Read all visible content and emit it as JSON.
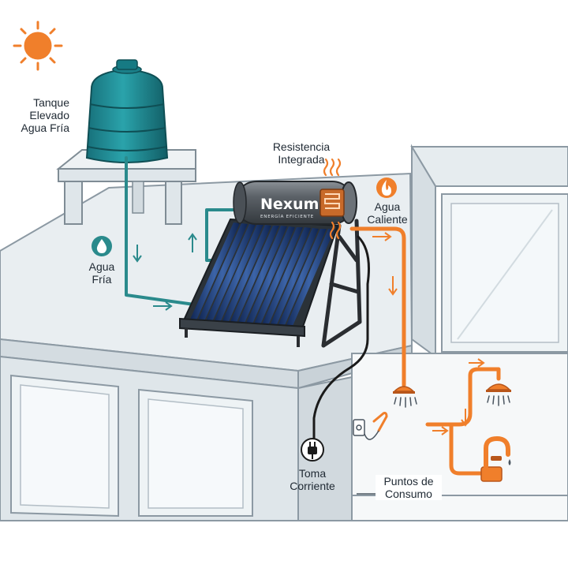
{
  "labels": {
    "tank": [
      "Tanque",
      "Elevado",
      "Agua Fría"
    ],
    "resistance": [
      "Resistencia",
      "Integrada"
    ],
    "cold_water": [
      "Agua",
      "Fría"
    ],
    "hot_water": [
      "Agua",
      "Caliente"
    ],
    "outlet": [
      "Toma",
      "Corriente"
    ],
    "consumption": [
      "Puntos de",
      "Consumo"
    ]
  },
  "brand": {
    "name": "Nexum",
    "tagline": "ENERGÍA EFICIENTE"
  },
  "colors": {
    "cold_pipe": "#2a8a8c",
    "hot_pipe": "#f07f2b",
    "tank": "#1e8c95",
    "sun": "#f07f2b",
    "panel": "#1d3a6b",
    "roof": "#e9eef1",
    "wall": "#dfe6ea",
    "cable": "#1a1a1a"
  },
  "icons": [
    "sun-icon",
    "water-drop-icon",
    "flame-icon",
    "heat-waves-icon",
    "plug-icon",
    "shower-head-icon",
    "faucet-icon",
    "hand-shower-icon",
    "flow-arrow-icon"
  ]
}
